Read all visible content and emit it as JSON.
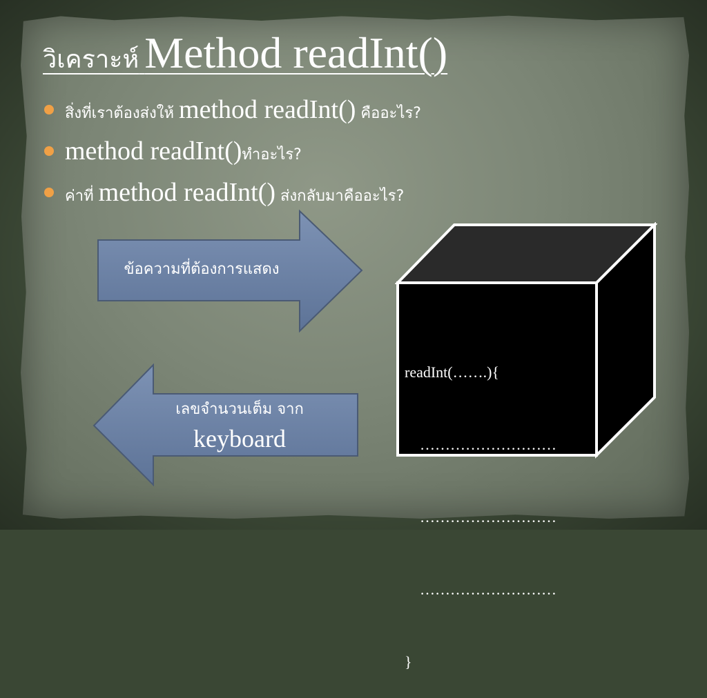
{
  "title": {
    "thai": "วิเคราะห์",
    "latin": "Method readInt()"
  },
  "bullets": [
    {
      "a": "สิ่งที่เราต้องส่งให้ ",
      "b": "method readInt()",
      "c": " คืออะไร?"
    },
    {
      "a": "",
      "b": "method readInt()",
      "c": "ทำอะไร?"
    },
    {
      "a": "ค่าที่ ",
      "b": "method readInt()",
      "c": " ส่งกลับมาคืออะไร?"
    }
  ],
  "arrows": {
    "input_label": "ข้อความที่ต้องการแสดง",
    "output_line1": "เลขจำนวนเต็ม จาก",
    "output_line2": "keyboard"
  },
  "code": [
    "readInt(…….){",
    "    ………………………",
    "    ………………………",
    "    ………………………",
    "}"
  ],
  "colors": {
    "bullet": "#f0a046",
    "arrow_fill": "#6e84a8",
    "cube": "#000000"
  }
}
